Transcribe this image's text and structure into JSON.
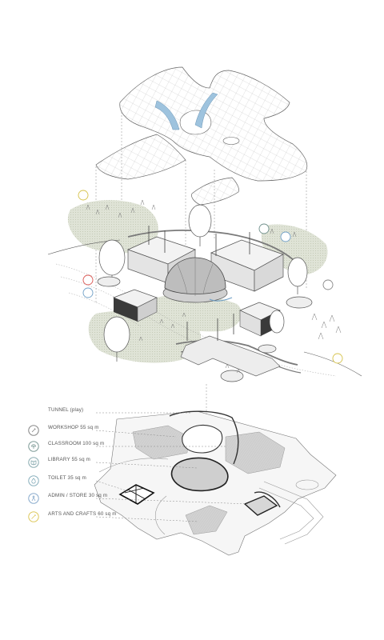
{
  "legend": {
    "items": [
      {
        "label": "TUNNEL (play)",
        "icon": "none",
        "color": "#777777"
      },
      {
        "label": "WORKSHOP  55 sq m",
        "icon": "tool-icon",
        "color": "#777777"
      },
      {
        "label": "CLASSROOM  100 sq m",
        "icon": "tree-icon",
        "color": "#6f8f8a"
      },
      {
        "label": "LIBRARY  55 sq m",
        "icon": "book-icon",
        "color": "#7aa0a6"
      },
      {
        "label": "TOILET  35 sq m",
        "icon": "drop-icon",
        "color": "#7aa6b5"
      },
      {
        "label": "ADMIN / STORE  30 sq m",
        "icon": "person-icon",
        "color": "#7aa0c6"
      },
      {
        "label": "ARTS AND CRAFTS  60 sq m",
        "icon": "brush-icon",
        "color": "#d9c24a"
      }
    ]
  },
  "colors": {
    "arrow_blue": "#9ec3de",
    "marker_red": "#d9534f",
    "marker_yellow": "#d6c24a",
    "marker_blue": "#6f9fc6",
    "ground_green": "#d6dccd",
    "zone_grey": "#cfcfcf"
  }
}
